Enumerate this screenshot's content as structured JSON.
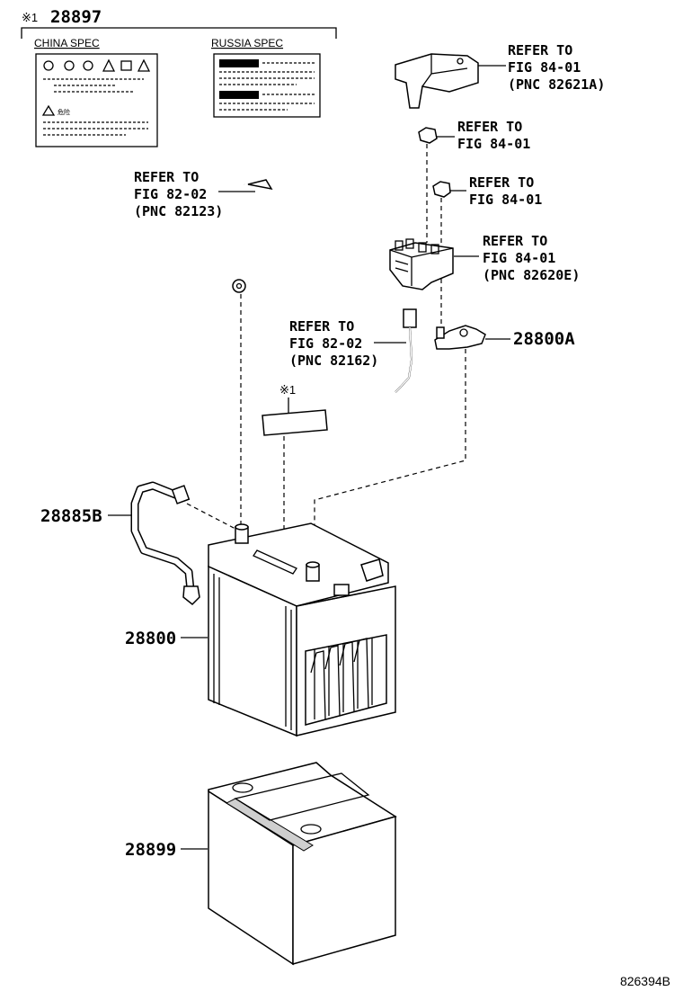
{
  "label_block": {
    "marker": "※1",
    "part_number": "28897",
    "china_spec": "CHINA SPEC",
    "russia_spec": "RUSSIA SPEC"
  },
  "callouts": {
    "c1": {
      "l1": "REFER TO",
      "l2": "FIG 84-01",
      "l3": "(PNC 82621A)"
    },
    "c2": {
      "l1": "REFER TO",
      "l2": "FIG 84-01"
    },
    "c3": {
      "l1": "REFER TO",
      "l2": "FIG 84-01"
    },
    "c4": {
      "l1": "REFER TO",
      "l2": "FIG 82-02",
      "l3": "(PNC 82123)"
    },
    "c5": {
      "l1": "REFER TO",
      "l2": "FIG 84-01",
      "l3": "(PNC 82620E)"
    },
    "c6": {
      "l1": "REFER TO",
      "l2": "FIG 82-02",
      "l3": "(PNC 82162)"
    }
  },
  "parts": {
    "clamp": "28800A",
    "label_marker": "※1",
    "vent_hose": "28885B",
    "battery": "28800",
    "tray": "28899"
  },
  "illustration_number": "826394B"
}
